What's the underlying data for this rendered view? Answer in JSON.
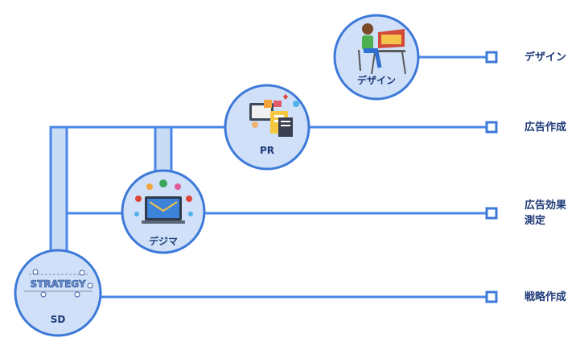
{
  "nodes": {
    "design": {
      "label": "デザイン"
    },
    "pr": {
      "label": "PR"
    },
    "dejima": {
      "label": "デジマ"
    },
    "sd": {
      "label": "SD",
      "icon_text": "STRATEGY"
    }
  },
  "outputs": {
    "design": "デザイン",
    "ad_creation": "広告作成",
    "ad_measurement": "広告効果\n測定",
    "strategy_creation": "戦略作成"
  },
  "colors": {
    "line": "#4a86e8",
    "circle_fill": "#cfe0f8",
    "circle_stroke": "#3d79d8",
    "bar_fill": "#c9dcf6",
    "text": "#1f3a78"
  }
}
